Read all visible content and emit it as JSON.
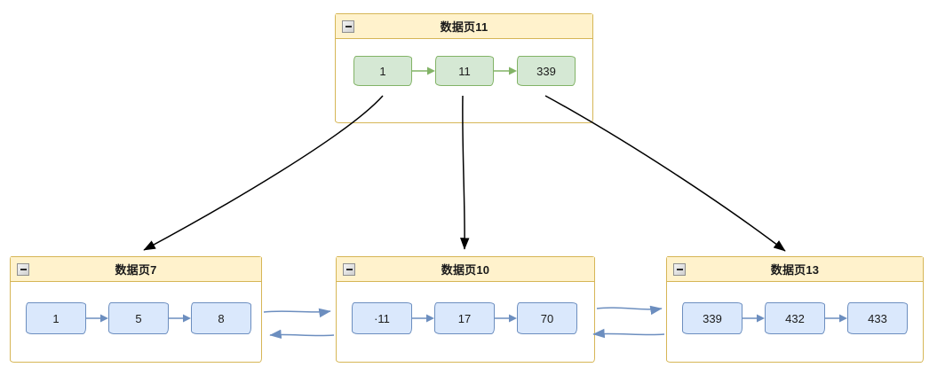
{
  "diagram": {
    "root": {
      "title": "数据页11",
      "cells": [
        "1",
        "11",
        "339"
      ]
    },
    "leaves": [
      {
        "title": "数据页7",
        "cells": [
          "1",
          "5",
          "8"
        ]
      },
      {
        "title": "数据页10",
        "cells": [
          "·11",
          "17",
          "70"
        ]
      },
      {
        "title": "数据页13",
        "cells": [
          "339",
          "432",
          "433"
        ]
      }
    ],
    "icons": {
      "collapse": "minus-square"
    },
    "colors": {
      "page_header_fill": "#FFF2CC",
      "page_border": "#D6B656",
      "page_body_fill": "#FFFFFF",
      "index_cell_fill": "#D5E8D4",
      "index_cell_border": "#82B366",
      "leaf_cell_fill": "#DAE8FC",
      "leaf_cell_border": "#6C8EBF",
      "tree_arrow": "#000000",
      "link_arrow": "#6C8EBF"
    }
  }
}
